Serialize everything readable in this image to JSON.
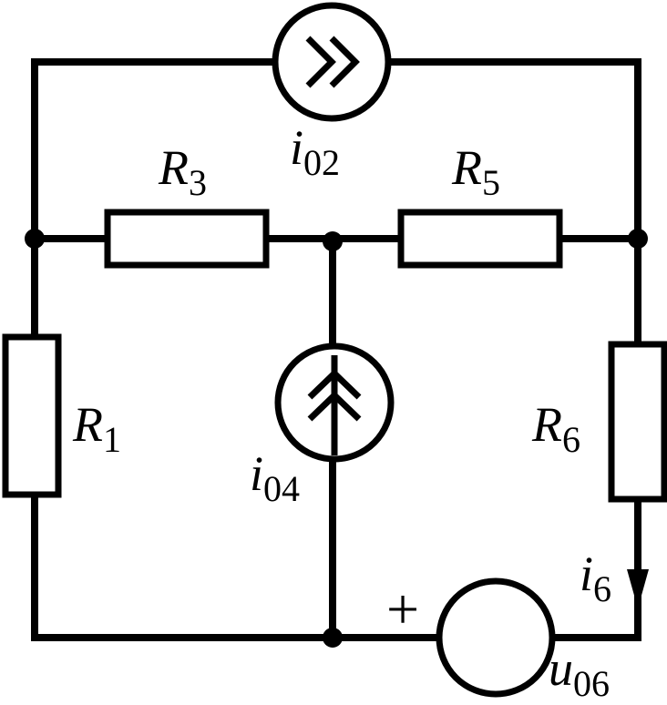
{
  "labels": {
    "R1": {
      "base": "R",
      "sub": "1"
    },
    "R3": {
      "base": "R",
      "sub": "3"
    },
    "R5": {
      "base": "R",
      "sub": "5"
    },
    "R6": {
      "base": "R",
      "sub": "6"
    },
    "i02": {
      "base": "i",
      "sub": "02"
    },
    "i04": {
      "base": "i",
      "sub": "04"
    },
    "i6": {
      "base": "i",
      "sub": "6"
    },
    "u06": {
      "base": "u",
      "sub": "06"
    },
    "plus": "+"
  }
}
